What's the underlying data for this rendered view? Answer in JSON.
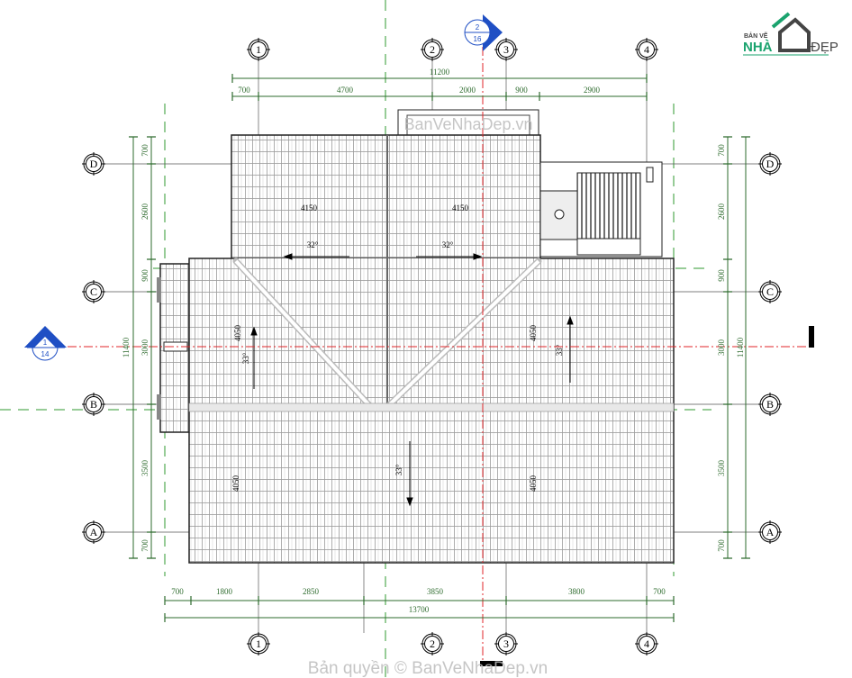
{
  "grid_columns": [
    "1",
    "2",
    "3",
    "4"
  ],
  "grid_rows": [
    "D",
    "C",
    "B",
    "A"
  ],
  "dims_top": {
    "overall": "11200",
    "segments": [
      "700",
      "4700",
      "2000",
      "900",
      "2900"
    ]
  },
  "dims_bottom": {
    "overall": "13700",
    "segments": [
      "700",
      "1800",
      "2850",
      "3850",
      "3800",
      "700"
    ]
  },
  "dims_left": {
    "overall": "11400",
    "segments": [
      "700",
      "2600",
      "900",
      "3000",
      "3500",
      "700"
    ]
  },
  "dims_right": {
    "overall": "11400",
    "segments": [
      "700",
      "2600",
      "900",
      "3000",
      "3500",
      "700"
    ]
  },
  "roof_labels": {
    "upper_left_width": "4150",
    "upper_right_width": "4150",
    "upper_left_slope": "32°",
    "upper_right_slope": "32°",
    "left_len": "4050",
    "left_slope": "33°",
    "right_len": "4050",
    "right_slope": "33°",
    "lower_slope": "33°",
    "lower_left_len": "4050",
    "lower_right_len": "4050"
  },
  "section_markers": [
    {
      "number": "2",
      "sheet": "16"
    },
    {
      "number": "1",
      "sheet": "14"
    }
  ],
  "watermarks": {
    "top": "BanVeNhaDep.vn",
    "bottom": "Bản quyền © BanVeNhaDep.vn"
  },
  "logo": {
    "line1": "BẢN VẼ",
    "line2": "NHÀ",
    "line3": "ĐẸP"
  },
  "colors": {
    "dimension": "#2e6b2e",
    "section": "#1f4fc4",
    "cut_line": "#e0262a",
    "logo_green": "#1aa36e",
    "logo_gray": "#444444"
  }
}
